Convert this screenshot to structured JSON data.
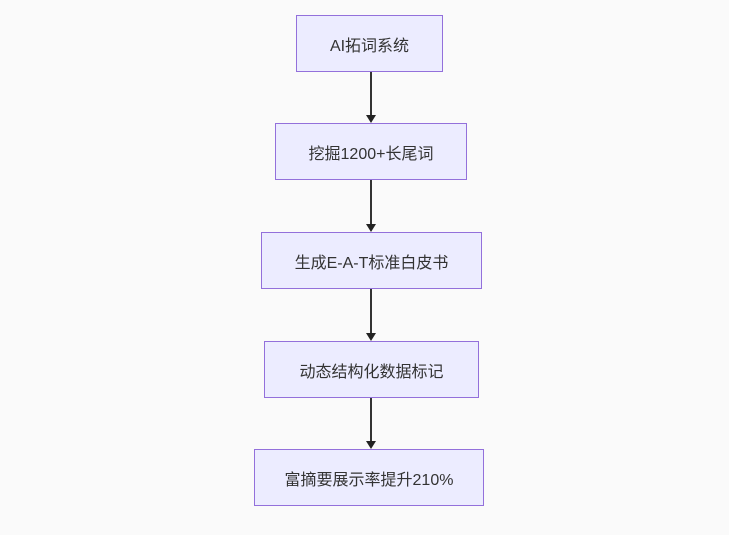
{
  "flowchart": {
    "type": "vertical-flowchart",
    "nodes": [
      {
        "label": "AI拓词系统"
      },
      {
        "label": "挖掘1200+长尾词"
      },
      {
        "label": "生成E-A-T标准白皮书"
      },
      {
        "label": "动态结构化数据标记"
      },
      {
        "label": "富摘要展示率提升210%"
      }
    ],
    "edges": [
      {
        "from_index": 0,
        "to_index": 1,
        "direction": "down"
      },
      {
        "from_index": 1,
        "to_index": 2,
        "direction": "down"
      },
      {
        "from_index": 2,
        "to_index": 3,
        "direction": "down"
      },
      {
        "from_index": 3,
        "to_index": 4,
        "direction": "down"
      }
    ],
    "colors": {
      "background": "#fafafa",
      "node_fill": "#ececff",
      "node_border": "#9370db",
      "arrow": "#333333",
      "text": "#333333"
    }
  }
}
